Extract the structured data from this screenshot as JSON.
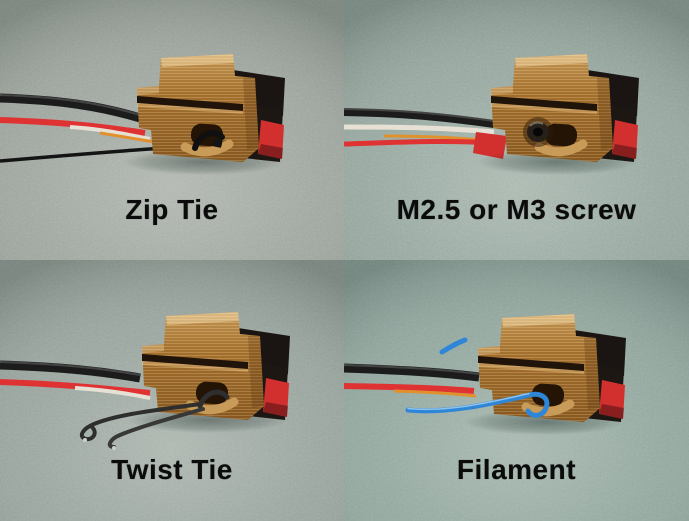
{
  "collage": {
    "panels": [
      {
        "id": "zip-tie",
        "label": "Zip Tie",
        "position": "top-left",
        "depicts": "copper 3D-printed connector clip with black and red wires secured by a black zip tie"
      },
      {
        "id": "m-screw",
        "label": "M2.5 or M3 screw",
        "position": "top-right",
        "depicts": "copper 3D-printed connector clip with wires clamped by a small black screw in the side"
      },
      {
        "id": "twist-tie",
        "label": "Twist Tie",
        "position": "bottom-left",
        "depicts": "copper 3D-printed connector clip with wires secured by a dark twist tie with curled ends"
      },
      {
        "id": "filament",
        "label": "Filament",
        "position": "bottom-right",
        "depicts": "copper 3D-printed connector clip with wires secured by a strand of blue printer filament"
      }
    ]
  },
  "colors": {
    "caption_color": "#0b0b0b",
    "bg_top_left": "#9aa39b",
    "bg_top_right": "#91a59c",
    "bg_bottom_left": "#94a19a",
    "bg_bottom_right": "#8ca49b",
    "connector_copper": "#a9742f",
    "connector_copper_light": "#c99b58",
    "housing_black": "#1a1512",
    "jst_red": "#d22f2f",
    "wire_black": "#1c1c1c",
    "wire_red": "#df3333",
    "wire_white": "#e7e1d5",
    "wire_orange": "#e0912d",
    "filament_blue": "#2f86d6",
    "twist_tie_gray": "#2e2e2e"
  }
}
